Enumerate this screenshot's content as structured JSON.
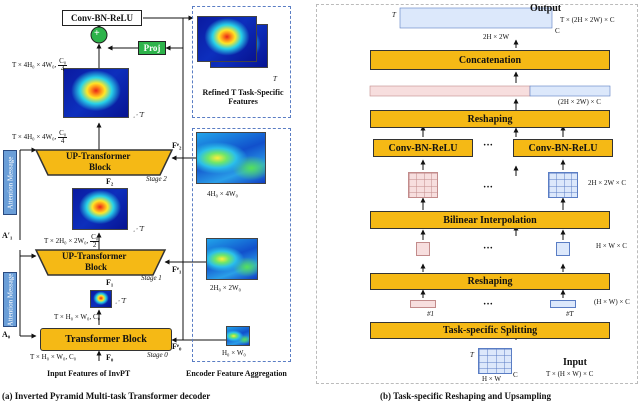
{
  "left": {
    "conv_bn_relu": "Conv-BN-ReLU",
    "proj": "Proj",
    "plus": "+",
    "refined_caption": "Refined T Task-Specific Features",
    "T_symbol": "T",
    "dots_T": "⋰T",
    "up_block_2_line1": "UP-Transformer",
    "up_block_2_line2": "Block",
    "stage2": "Stage 2",
    "up_block_1_line1": "UP-Transformer",
    "up_block_1_line2": "Block",
    "stage1": "Stage 1",
    "tb": "Transformer Block",
    "stage0": "Stage 0",
    "att1": "Attention Message",
    "att2": "Attention Message",
    "dim_top": "T × 4H₀ × 4W₀,",
    "dim_top_num": "C₀",
    "dim_top_den": "4",
    "dim_mid": "T × 4H₀ × 4W₀,",
    "dim_mid_num": "C₀",
    "dim_mid_den": "4",
    "dim_2": "T × 2H₀ × 2W₀,",
    "dim_2_num": "C₀",
    "dim_2_den": "2",
    "dim_1": "T × H₀ × W₀, C₀",
    "dim_0": "T × H₀ × W₀, C₀",
    "F2": "F₂",
    "F1": "F₁",
    "F0": "F₀",
    "A1": "A′₁",
    "A0": "A₀",
    "Fe2": "Fᵉ₂",
    "Fe1": "Fᵉ₁",
    "Fe0": "Fᵉ₀",
    "enc_4": "4H₀ × 4W₀",
    "enc_2": "2H₀ × 2W₀",
    "enc_1": "H₀ × W₀",
    "input_caption": "Input Features of InvPT",
    "enc_caption": "Encoder Feature Aggregation",
    "sub_caption": "(a) Inverted Pyramid Multi-task Transformer decoder"
  },
  "right": {
    "output": "Output",
    "output_dim": "T × (2H × 2W) × C",
    "T_top": "T",
    "dim_2h2w": "2H × 2W",
    "C_top": "C",
    "concat": "Concatenation",
    "dim_2h2wC": "(2H × 2W) × C",
    "reshaping_top": "Reshaping",
    "convA": "Conv-BN-ReLU",
    "convB": "Conv-BN-ReLU",
    "ellipsis": "···",
    "dim_2HWC": "2H × 2W × C",
    "bilinear": "Bilinear Interpolation",
    "dim_HWC": "H × W × C",
    "reshaping_bot": "Reshaping",
    "dim_HW_C": "(H × W) × C",
    "split": "Task-specific Splitting",
    "tag1": "#1",
    "tagT": "#T",
    "input": "Input",
    "input_dim": "T × (H × W) × C",
    "T_bot": "T",
    "HW": "H × W",
    "C_bot": "C",
    "sub_caption": "(b) Task-specific Reshaping and Upsampling"
  }
}
